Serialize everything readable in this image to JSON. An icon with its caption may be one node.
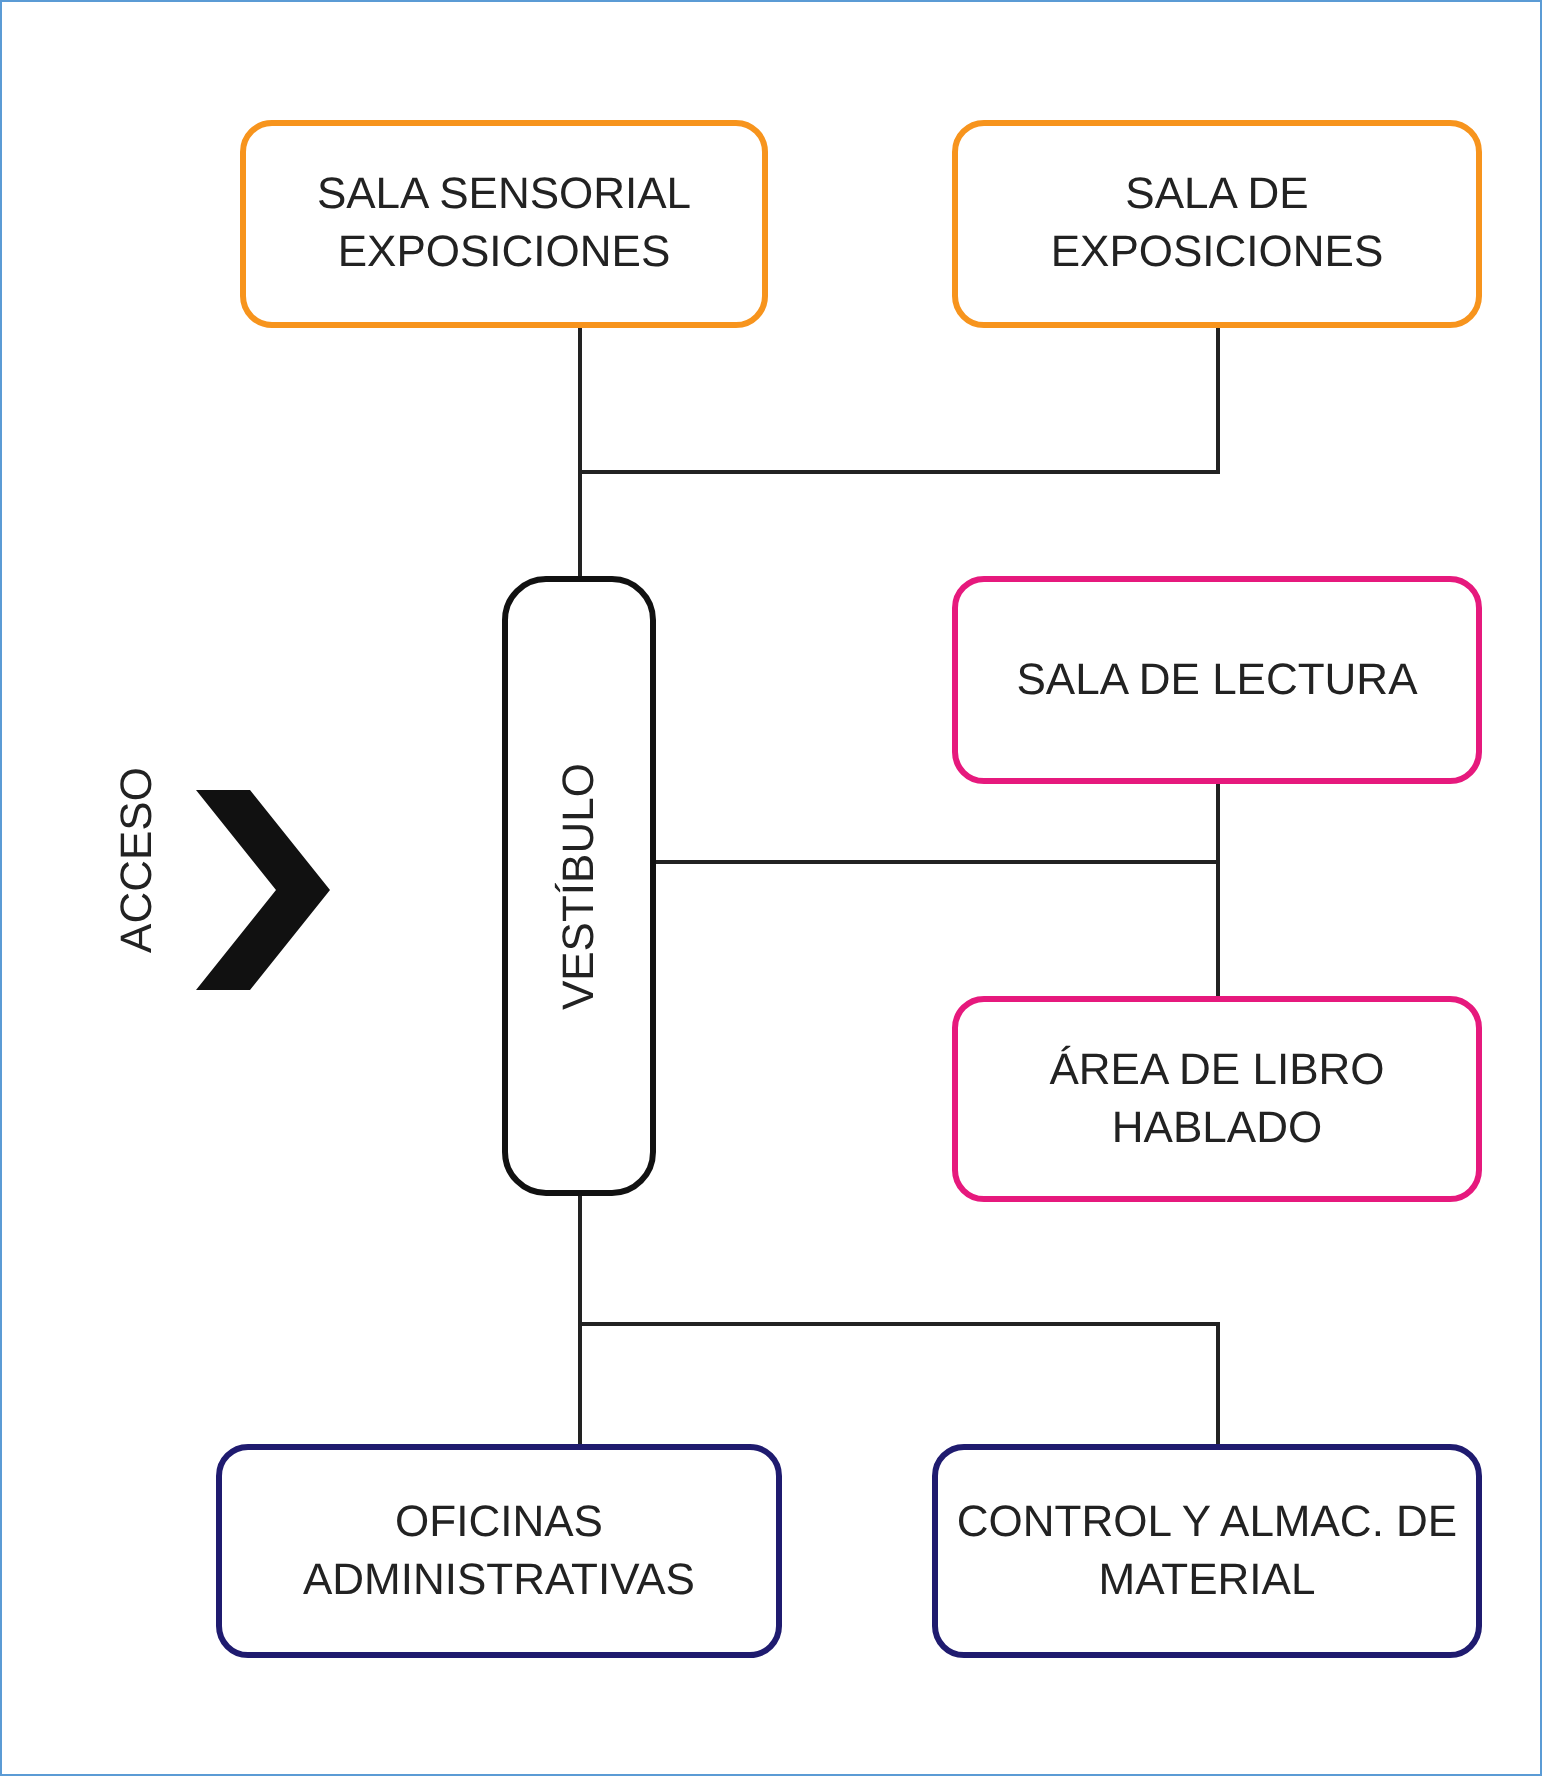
{
  "diagram": {
    "nodes": [
      {
        "text": [
          "SALA SENSORIAL EXPOSICIONES"
        ]
      },
      {
        "text": [
          "SALA DE EXPOSICIONES"
        ]
      },
      {
        "text": [
          "VESTÍBULO"
        ]
      },
      {
        "text": [
          "SALA DE LECTURA"
        ]
      },
      {
        "text": [
          "ÁREA DE LIBRO HABLADO"
        ]
      },
      {
        "text": [
          "OFICINAS ADMINISTRATIVAS"
        ]
      },
      {
        "text": [
          "CONTROL Y ALMAC. DE MATERIAL"
        ]
      }
    ],
    "edges": [
      {
        "from": 2,
        "to": 0,
        "arrow": "none"
      },
      {
        "from": 2,
        "to": 1,
        "arrow": "none"
      },
      {
        "from": 2,
        "to": 3,
        "arrow": "none"
      },
      {
        "from": 2,
        "to": 4,
        "arrow": "none"
      },
      {
        "from": 2,
        "to": 5,
        "arrow": "none"
      },
      {
        "from": 2,
        "to": 6,
        "arrow": "none"
      }
    ],
    "labels": [
      "ACCESO"
    ]
  }
}
